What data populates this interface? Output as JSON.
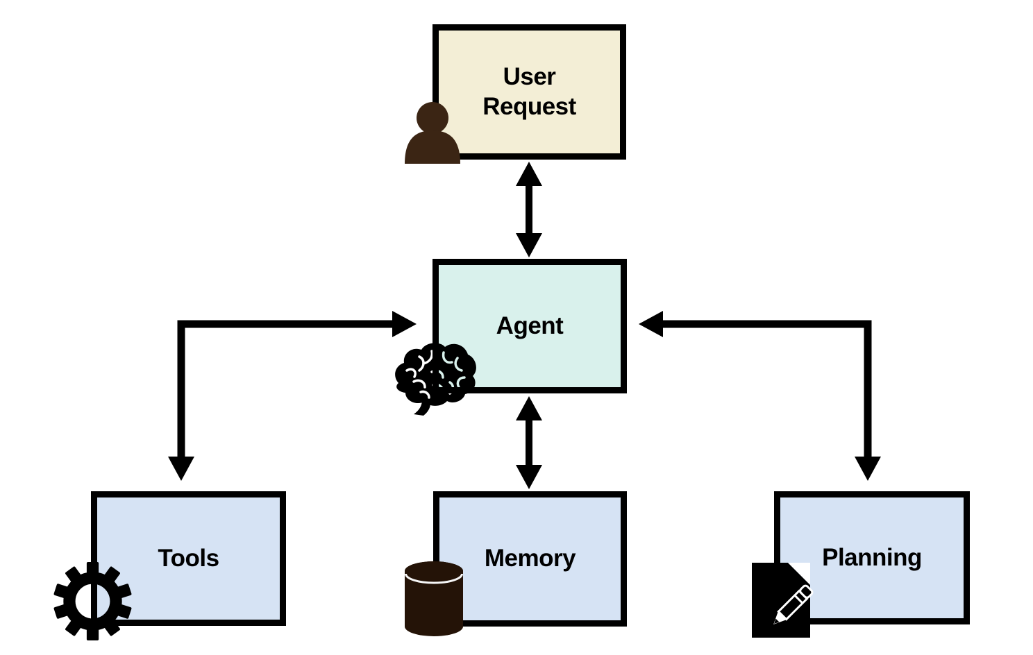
{
  "diagram": {
    "nodes": {
      "user_request": {
        "label": "User\nRequest",
        "fill": "#f3eed6",
        "icon": "person"
      },
      "agent": {
        "label": "Agent",
        "fill": "#d9f1ec",
        "icon": "brain"
      },
      "tools": {
        "label": "Tools",
        "fill": "#d6e3f4",
        "icon": "gear"
      },
      "memory": {
        "label": "Memory",
        "fill": "#d6e3f4",
        "icon": "database"
      },
      "planning": {
        "label": "Planning",
        "fill": "#d6e3f4",
        "icon": "document-pencil"
      }
    },
    "edges": [
      {
        "from": "user_request",
        "to": "agent",
        "direction": "bidirectional",
        "style": "straight-vertical"
      },
      {
        "from": "agent",
        "to": "tools",
        "direction": "bidirectional",
        "style": "elbow-left"
      },
      {
        "from": "agent",
        "to": "memory",
        "direction": "bidirectional",
        "style": "straight-vertical"
      },
      {
        "from": "agent",
        "to": "planning",
        "direction": "bidirectional",
        "style": "elbow-right"
      }
    ],
    "colors": {
      "background": "#ffffff",
      "box_border": "#000000",
      "arrow": "#000000",
      "user_request_fill": "#f3eed6",
      "agent_fill": "#d9f1ec",
      "component_fill": "#d6e3f4",
      "person_icon": "#3b2514",
      "database_icon": "#241307",
      "icon_black": "#000000",
      "label_text": "#000000"
    }
  }
}
